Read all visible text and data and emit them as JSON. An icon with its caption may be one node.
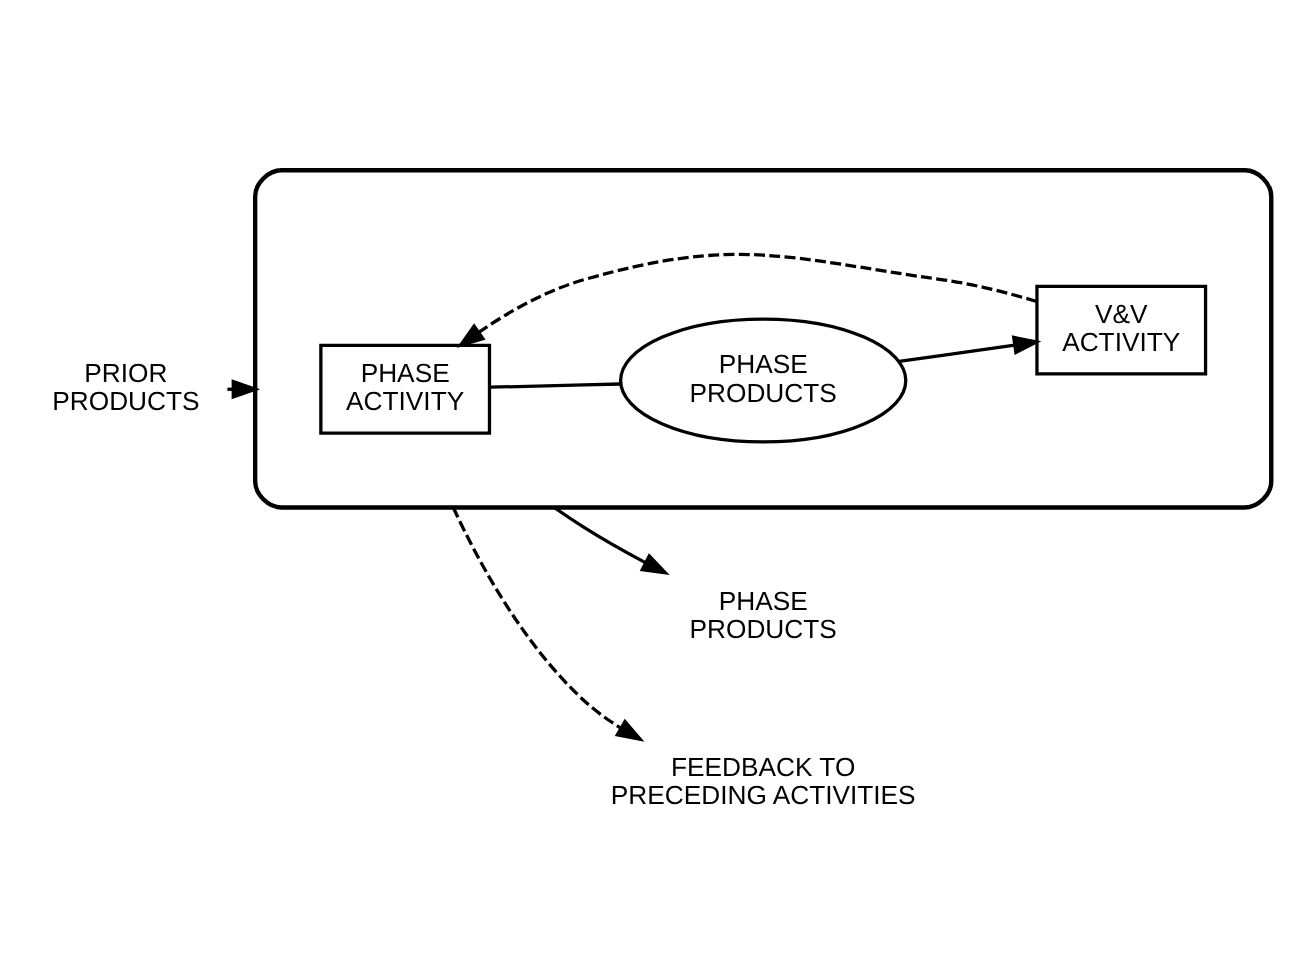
{
  "diagram": {
    "nodes": [
      {
        "text": [
          "PRIOR PRODUCTS"
        ]
      },
      {
        "text": [],
        "shape": "ellipse"
      },
      {
        "text": [
          "PHASE ACTIVITY"
        ],
        "in": 1
      },
      {
        "text": [
          "PHASE PRODUCTS"
        ],
        "in": 1
      },
      {
        "text": [
          "PHASE PRODUCTS"
        ]
      },
      {
        "text": [
          "V&V ACTIVITY"
        ],
        "in": 1
      },
      {
        "text": [
          "FEEDBACK TO PRECEDING ACTIVITIES"
        ]
      }
    ],
    "edges": [
      {
        "from": 0,
        "to": 1,
        "arrow": "to"
      },
      {
        "from": 2,
        "to": 3,
        "arrow": "none"
      },
      {
        "from": 3,
        "to": 5,
        "arrow": "to"
      },
      {
        "from": 5,
        "to": 2,
        "arrow": "to",
        "style": "dashed"
      },
      {
        "from": 1,
        "to": 4,
        "arrow": "to"
      },
      {
        "from": 1,
        "to": 6,
        "arrow": "to",
        "style": "dashed"
      }
    ]
  }
}
